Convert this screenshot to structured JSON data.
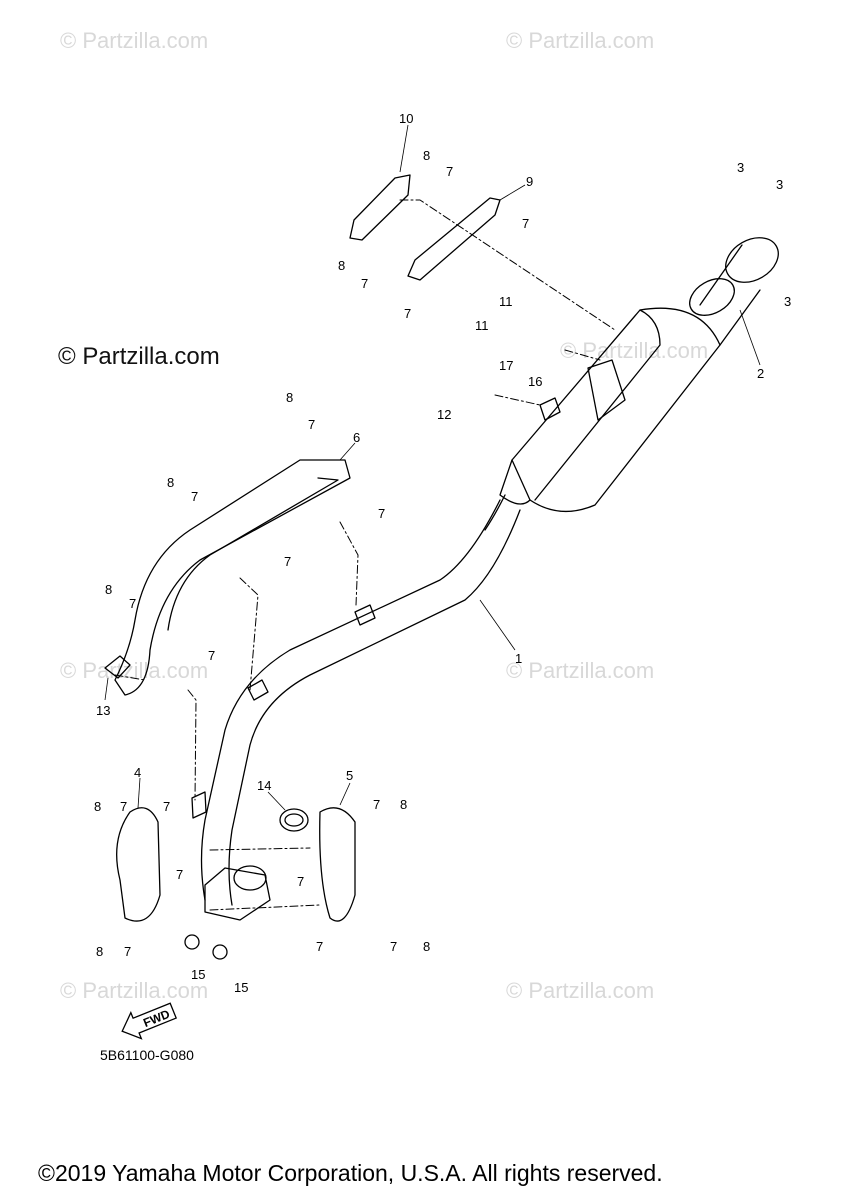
{
  "watermarks": {
    "main": "© Partzilla.com",
    "faint": "© Partzilla.com"
  },
  "diagram": {
    "code": "5B61100-G080",
    "fwd_label": "FWD",
    "callouts": {
      "c1": "1",
      "c2": "2",
      "c3a": "3",
      "c3b": "3",
      "c3c": "3",
      "c4": "4",
      "c5": "5",
      "c6": "6",
      "c7_1": "7",
      "c7_2": "7",
      "c7_3": "7",
      "c7_4": "7",
      "c7_5": "7",
      "c7_6": "7",
      "c7_7": "7",
      "c7_8": "7",
      "c7_9": "7",
      "c7_10": "7",
      "c7_11": "7",
      "c7_12": "7",
      "c7_13": "7",
      "c7_14": "7",
      "c7_15": "7",
      "c7_16": "7",
      "c7_17": "7",
      "c7_18": "7",
      "c8_1": "8",
      "c8_2": "8",
      "c8_3": "8",
      "c8_4": "8",
      "c8_5": "8",
      "c8_6": "8",
      "c8_7": "8",
      "c8_8": "8",
      "c8_9": "8",
      "c9": "9",
      "c10": "10",
      "c11a": "11",
      "c11b": "11",
      "c12": "12",
      "c13": "13",
      "c14": "14",
      "c15a": "15",
      "c15b": "15",
      "c16": "16",
      "c17": "17"
    }
  },
  "copyright": "©2019 Yamaha Motor Corporation, U.S.A. All rights reserved."
}
